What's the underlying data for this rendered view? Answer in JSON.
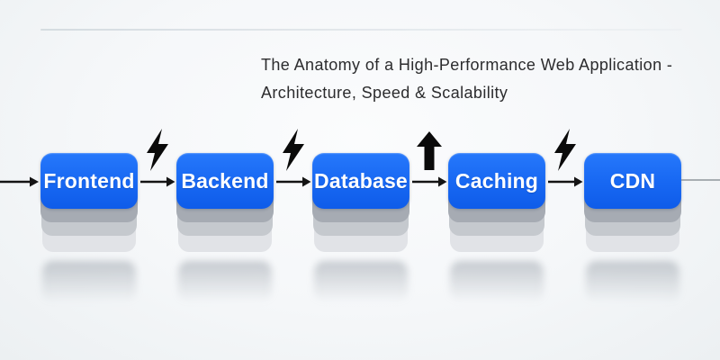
{
  "title": {
    "line1": "The Anatomy of a High-Performance Web Application -",
    "line2": "Architecture, Speed & Scalability"
  },
  "flow": {
    "nodes": [
      {
        "label": "Frontend"
      },
      {
        "label": "Backend"
      },
      {
        "label": "Database"
      },
      {
        "label": "Caching"
      },
      {
        "label": "CDN"
      }
    ],
    "connector_icons": [
      "lightning-bolt",
      "lightning-bolt",
      "up-arrow",
      "lightning-bolt"
    ],
    "entry_arrow": "from-left-edge",
    "exit_line": "thin-gray-to-right-edge"
  },
  "colors": {
    "node_fill": "#1767f2",
    "node_text": "#ffffff",
    "arrow": "#141414",
    "icon": "#0a0a0a",
    "title_text": "#2c2c2e",
    "stack_layer_1": "#a6abb3",
    "stack_layer_2": "#c5c9ce",
    "stack_layer_3": "#e1e3e7",
    "background": "#f5f7f9",
    "tail_line": "#8f969c"
  }
}
